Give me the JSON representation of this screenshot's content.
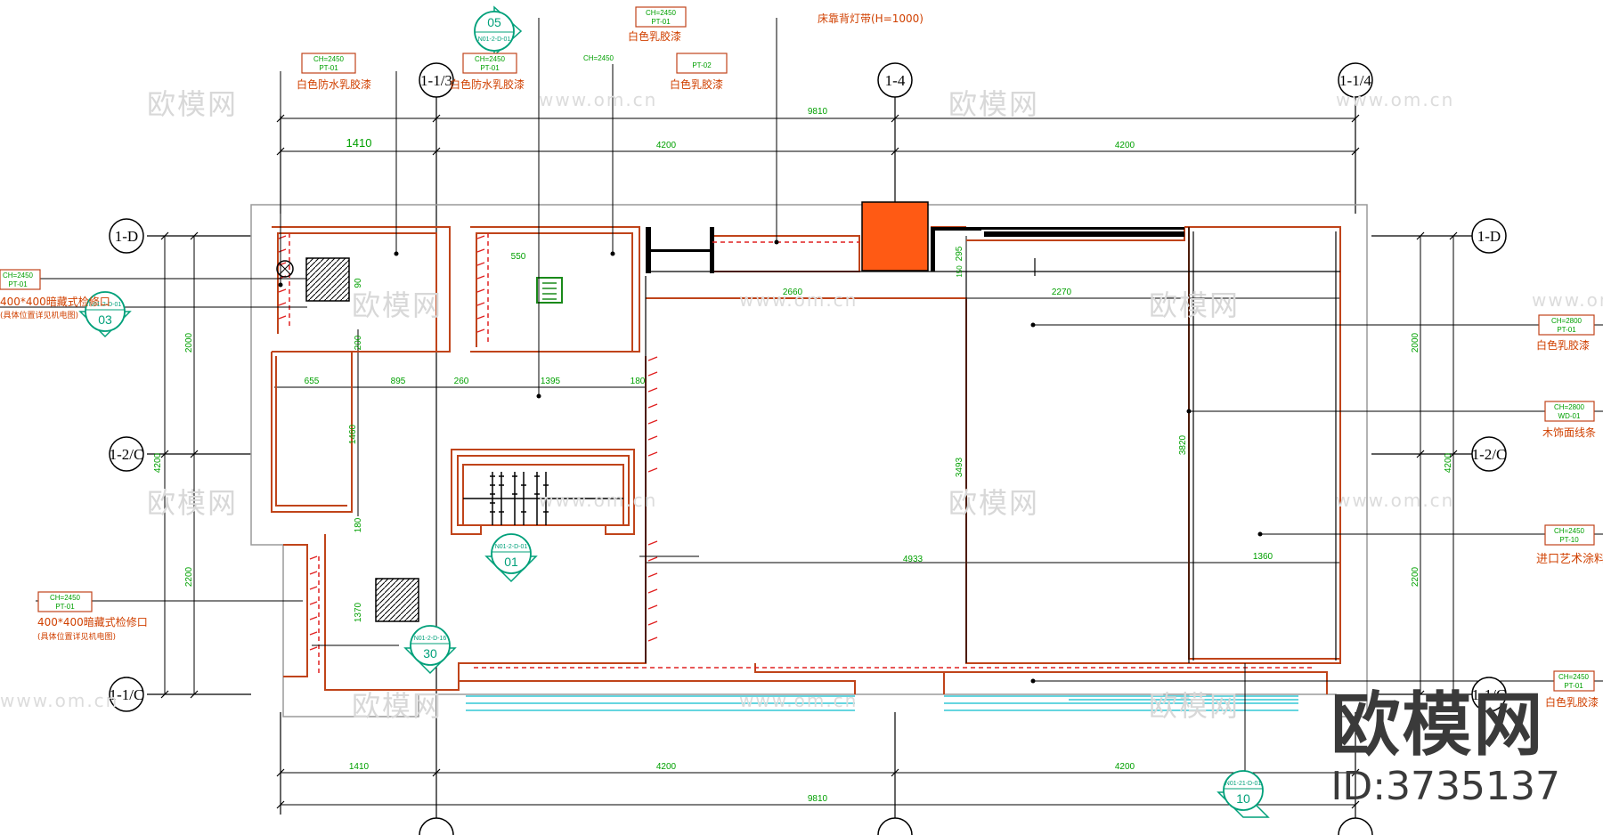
{
  "watermarks": {
    "brand": "欧模网",
    "url": "www.om.cn"
  },
  "brand_badge": {
    "name": "欧模网",
    "id": "ID:3735137"
  },
  "axis_bubbles": {
    "top": [
      "1-1/3",
      "1-4",
      "1-1/4"
    ],
    "left": [
      "1-D",
      "1-2/C",
      "1-1/C"
    ],
    "right": [
      "1-D",
      "1-2/C",
      "1-1/C"
    ]
  },
  "section_markers": [
    {
      "ref": "N01-2-D-01",
      "num": "05"
    },
    {
      "ref": "N01-2-D-01",
      "num": "03"
    },
    {
      "ref": "N01-2-D-01",
      "num": "01"
    },
    {
      "ref": "N01-2-D-16",
      "num": "30"
    },
    {
      "ref": "N01-21-D-01",
      "num": "10"
    }
  ],
  "callouts": {
    "tag_ch2450_pt01": "CH=2450",
    "tag_pt01": "PT-01",
    "tag_pt02": "PT-02",
    "tag_ch2800": "CH=2800",
    "tag_wd01": "WD-01",
    "tag_pt10": "PT-10",
    "tag_ch2450": "CH=2450",
    "white_waterproof_latex": "白色防水乳胶漆",
    "white_latex": "白色乳胶漆",
    "bed_backlight": "床靠背灯带(H=1000)",
    "access_panel": "400*400暗藏式检修口",
    "access_panel_note": "(具体位置详见机电图)",
    "wood_trim": "木饰面线条",
    "imported_art_paint": "进口艺术涂料"
  },
  "dimensions": {
    "top_total": "9810",
    "top_1410": "1410",
    "top_4200a": "4200",
    "top_4200b": "4200",
    "bottom_1410": "1410",
    "bottom_4200a": "4200",
    "bottom_4200b": "4200",
    "bottom_total": "9810",
    "left_2000": "2000",
    "left_4200": "4200",
    "left_2200": "2200",
    "right_2000": "2000",
    "right_4200": "4200",
    "right_2200": "2200",
    "d550": "550",
    "d2660": "2660",
    "d2270": "2270",
    "d655": "655",
    "d895": "895",
    "d260": "260",
    "d1395": "1395",
    "d180a": "180",
    "d180b": "180",
    "d1460": "1460",
    "d200": "200",
    "d90": "90",
    "d1370": "1370",
    "d4933": "4933",
    "d1360": "1360",
    "d3493": "3493",
    "d3820": "3820",
    "d295": "295",
    "d150": "150"
  },
  "colors": {
    "line": "#000000",
    "wall": "#c0441a",
    "dim": "#00a000",
    "accent": "#ff5a14",
    "callout_text": "#d04000",
    "marker": "#00a07a",
    "dash": "#e02020",
    "glass": "#33c9d6"
  }
}
